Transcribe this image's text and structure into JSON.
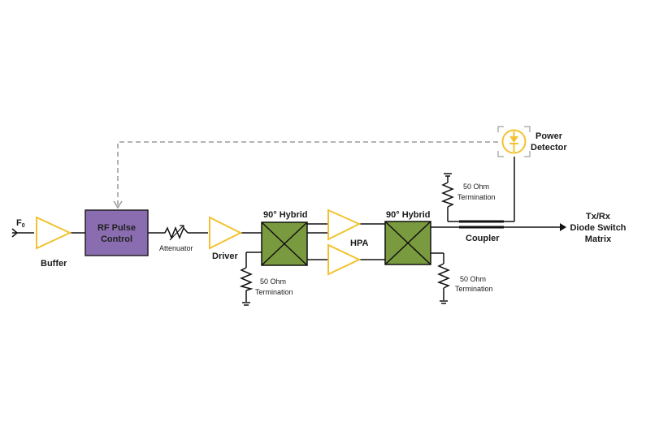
{
  "labels": {
    "input": "F",
    "input_sub": "0",
    "buffer": "Buffer",
    "rf_pulse_line1": "RF Pulse",
    "rf_pulse_line2": "Control",
    "attenuator": "Attenuator",
    "driver": "Driver",
    "hybrid1": "90° Hybrid",
    "hybrid2": "90° Hybrid",
    "hpa": "HPA",
    "term1_line1": "50 Ohm",
    "term1_line2": "Termination",
    "term2_line1": "50 Ohm",
    "term2_line2": "Termination",
    "term3_line1": "50 Ohm",
    "term3_line2": "Termination",
    "coupler": "Coupler",
    "power_line1": "Power",
    "power_line2": "Detector",
    "output_line1": "Tx/Rx",
    "output_line2": "Diode Switch",
    "output_line3": "Matrix"
  },
  "colors": {
    "amplifier": "#f2c230",
    "rf_control_fill": "#8a6db0",
    "hybrid_fill": "#7a9a3f",
    "wire": "#111111",
    "feedback": "#9a9a9a",
    "detector_bracket": "#b0b0b0"
  },
  "icons": {
    "amplifier": "triangle-amplifier-icon",
    "resistor": "resistor-icon",
    "ground": "ground-icon",
    "detector": "power-detector-icon"
  }
}
